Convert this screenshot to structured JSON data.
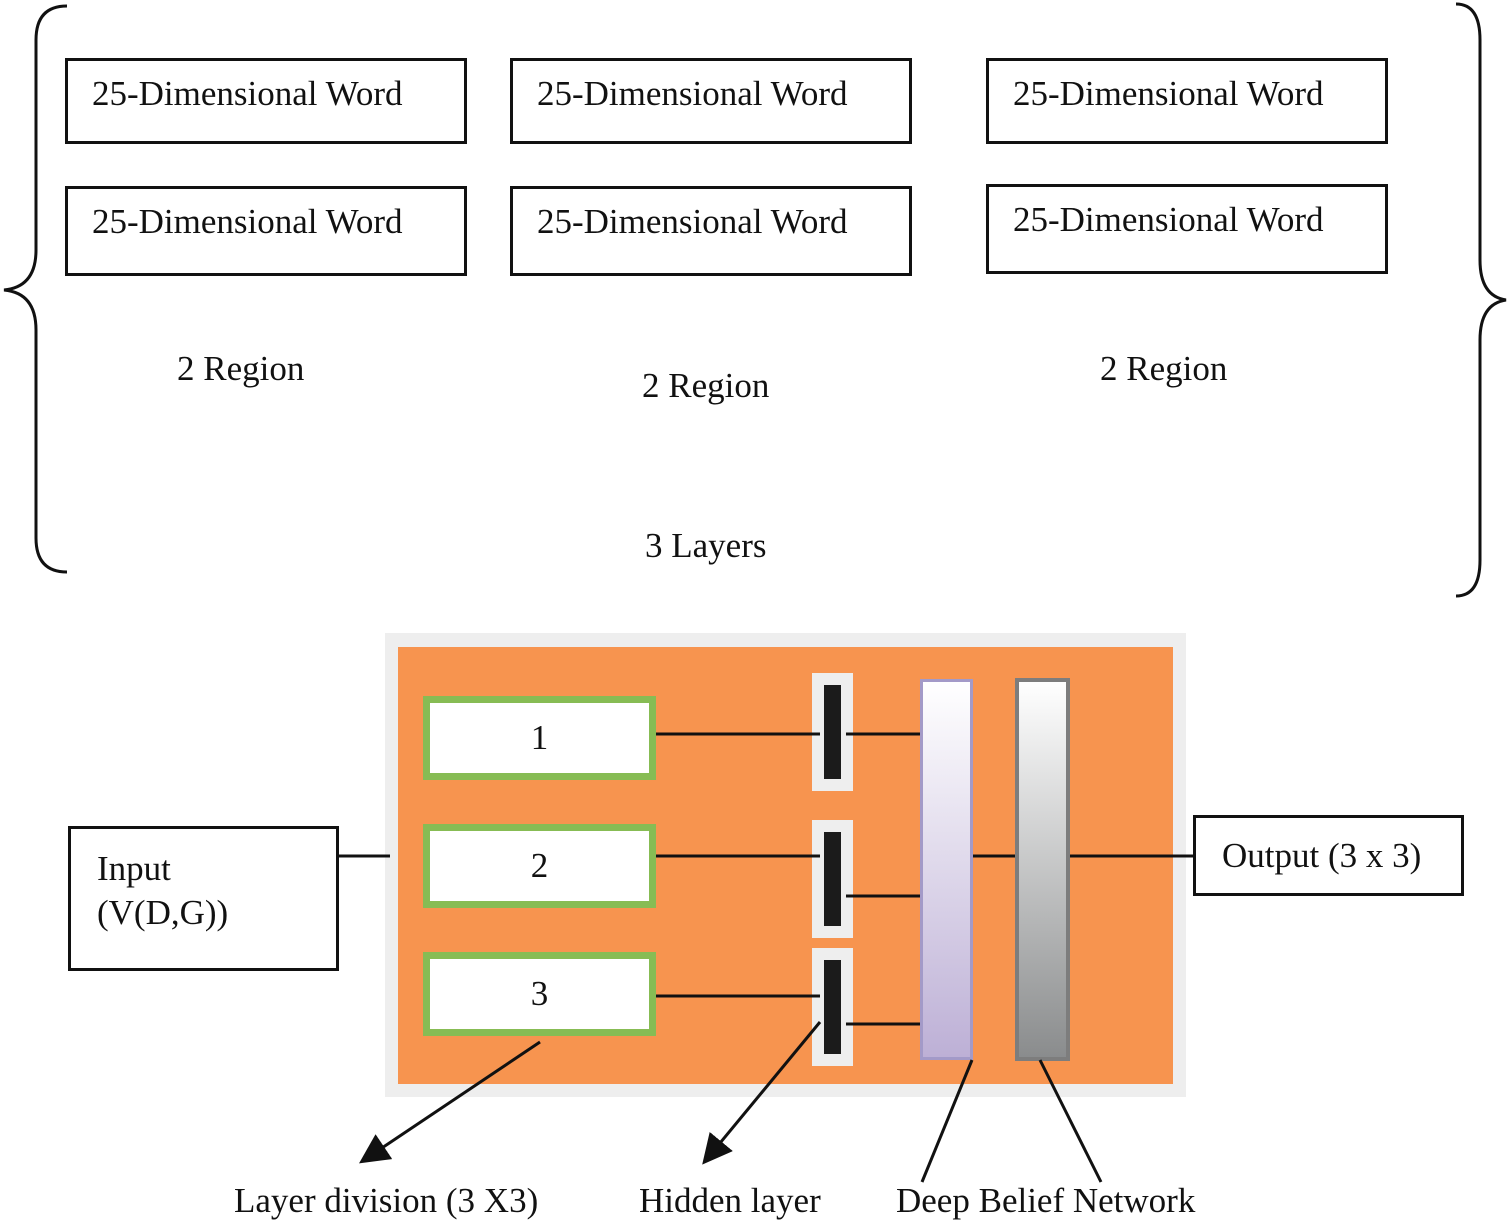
{
  "word_boxes": {
    "r1c1": "25-Dimensional Word",
    "r1c2": "25-Dimensional Word",
    "r1c3": "25-Dimensional Word",
    "r2c1": "25-Dimensional Word",
    "r2c2": "25-Dimensional Word",
    "r2c3": "25-Dimensional Word"
  },
  "regions": {
    "left": "2 Region",
    "middle": "2 Region",
    "right": "2 Region"
  },
  "layers_label": "3 Layers",
  "divisions": {
    "one": "1",
    "two": "2",
    "three": "3"
  },
  "input": {
    "line1": "Input",
    "line2": "(V(D,G))"
  },
  "output": "Output (3 x 3)",
  "annotations": {
    "layer_division": "Layer  division (3 X3)",
    "hidden_layer": "Hidden layer",
    "deep_belief_network": "Deep Belief Network"
  },
  "colors": {
    "panel": "#f7944f",
    "division_border": "#87bc54",
    "dbn_layer_1": "#bdb0d6",
    "dbn_layer_2": "#8a8c8d"
  }
}
